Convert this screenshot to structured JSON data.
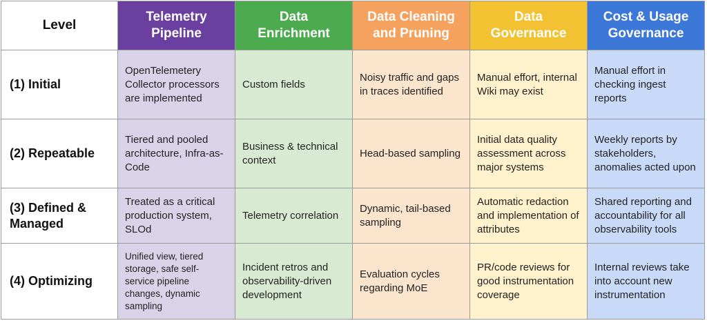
{
  "colors": {
    "telemetry_header": "#6a3fa0",
    "telemetry_cell": "#d9d2e9",
    "enrichment_header": "#4caa4f",
    "enrichment_cell": "#d9ead3",
    "cleaning_header": "#f6a25f",
    "cleaning_cell": "#fce5cd",
    "governance_header": "#f2c233",
    "governance_cell": "#fff2cc",
    "cost_header": "#3c78d8",
    "cost_cell": "#c9daf8"
  },
  "table": {
    "headers": [
      "Level",
      "Telemetry Pipeline",
      "Data Enrichment",
      "Data Cleaning and Pruning",
      "Data Governance",
      "Cost & Usage Governance"
    ],
    "rows": [
      {
        "level": "(1) Initial",
        "cells": [
          "OpenTelemetery Collector processors are implemented",
          "Custom fields",
          "Noisy traffic and gaps in traces identified",
          "Manual effort, internal Wiki may exist",
          "Manual effort in checking ingest reports"
        ]
      },
      {
        "level": "(2) Repeatable",
        "cells": [
          "Tiered and pooled architecture, Infra-as-Code",
          "Business & technical context",
          "Head-based sampling",
          "Initial data quality assessment across major systems",
          "Weekly reports by stakeholders, anomalies acted upon"
        ]
      },
      {
        "level": "(3) Defined & Managed",
        "cells": [
          "Treated as a critical production system, SLOd",
          "Telemetry correlation",
          "Dynamic, tail-based sampling",
          "Automatic redaction and implementation of attributes",
          "Shared reporting and accountability for all observability tools"
        ]
      },
      {
        "level": "(4) Optimizing",
        "cells": [
          "Unified view, tiered storage, safe self-service pipeline changes, dynamic sampling",
          "Incident retros and observability-driven development",
          "Evaluation cycles regarding MoE",
          "PR/code reviews for good instrumentation coverage",
          "Internal reviews take into account new instrumentation"
        ]
      }
    ]
  }
}
